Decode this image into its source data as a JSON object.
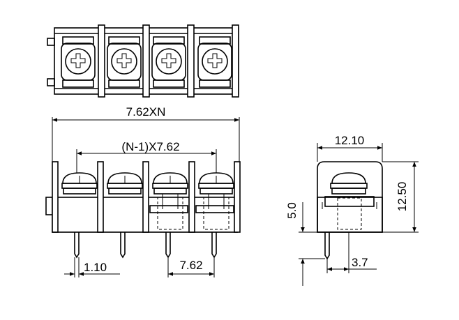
{
  "dimensions": {
    "overall_width": "7.62XN",
    "pitch_span": "(N-1)X7.62",
    "pin_width": "1.10",
    "pitch": "7.62",
    "side_width": "12.10",
    "side_height": "12.50",
    "pin_height": "5.0",
    "pin_offset": "3.7"
  },
  "terminal_count": 4,
  "colors": {
    "line": "#000000",
    "background": "#ffffff"
  }
}
